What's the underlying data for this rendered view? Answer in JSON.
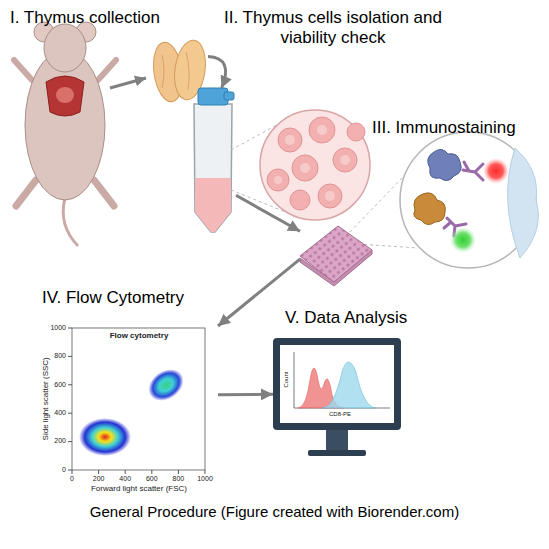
{
  "diagram": {
    "caption": "General Procedure (Figure created with Biorender.com)",
    "nodes": [
      {
        "text": [
          "I. Thymus collection"
        ]
      },
      {
        "text": [
          "II. Thymus cells isolation and viability check"
        ]
      },
      {
        "text": [
          "III. Immunostaining"
        ]
      },
      {
        "text": [
          "IV. Flow Cytometry"
        ]
      },
      {
        "text": [
          "V. Data Analysis"
        ]
      }
    ],
    "edges": [
      {
        "from": 0,
        "to": 1,
        "arrow": "to"
      },
      {
        "from": 1,
        "to": 2,
        "arrow": "to"
      },
      {
        "from": 2,
        "to": 3,
        "arrow": "to"
      },
      {
        "from": 3,
        "to": 4,
        "arrow": "to"
      }
    ],
    "labels": [
      "Flow cytometry",
      "Side light scatter (SSC)",
      "Forward light scatter (FSC)",
      "0",
      "200",
      "400",
      "600",
      "800",
      "1000",
      "0",
      "200",
      "400",
      "600",
      "800",
      "1000",
      "Count",
      "CD8-PE"
    ]
  }
}
